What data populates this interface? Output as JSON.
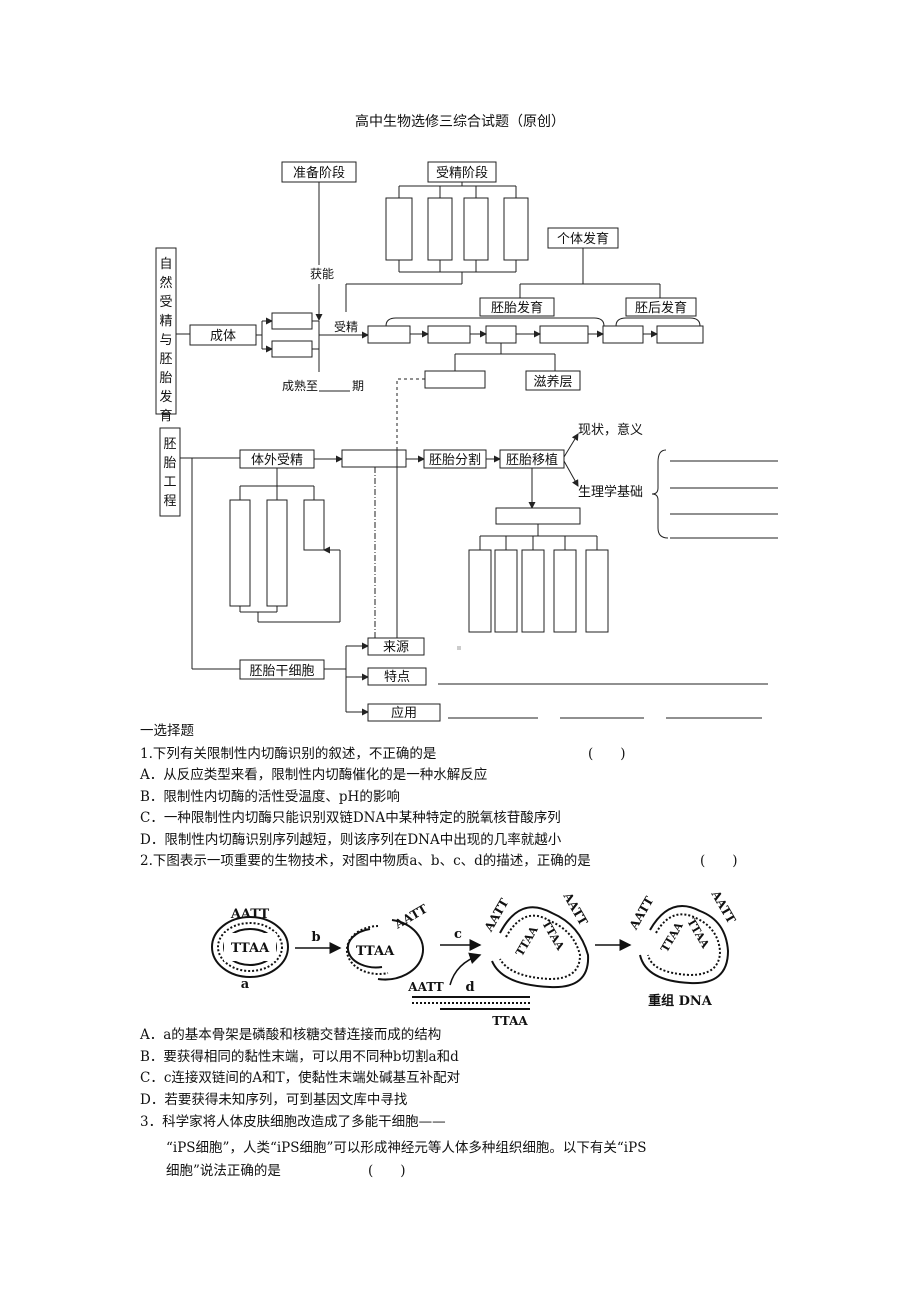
{
  "title": "高中生物选修三综合试题（原创）",
  "concept_map": {
    "prep_stage": "准备阶段",
    "fert_stage": "受精阶段",
    "individual_dev": "个体发育",
    "natural_section": "自然受精与胚胎发育",
    "adult": "成体",
    "capacitation": "获能",
    "fertilization": "受精",
    "mature_prefix": "成熟至",
    "mature_suffix": "期",
    "embryo_dev": "胚胎发育",
    "post_embryo_dev": "胚后发育",
    "trophoblast": "滋养层",
    "engineering_section": "胚胎工程",
    "ivf": "体外受精",
    "embryo_split": "胚胎分割",
    "embryo_transfer": "胚胎移植",
    "status": "现状，意义",
    "physio_basis": "生理学基础",
    "stem_cell": "胚胎干细胞",
    "source": "来源",
    "features": "特点",
    "application": "应用"
  },
  "section_heading": "一选择题",
  "q1": {
    "stem": "1.下列有关限制性内切酶识别的叙述，不正确的是",
    "bracket": "(　　)",
    "A": "A．从反应类型来看，限制性内切酶催化的是一种水解反应",
    "B": "B．限制性内切酶的活性受温度、pH的影响",
    "C": "C．一种限制性内切酶只能识别双链DNA中某种特定的脱氧核苷酸序列",
    "D": "D．限制性内切酶识别序列越短，则该序列在DNA中出现的几率就越小"
  },
  "q2": {
    "stem": "2.下图表示一项重要的生物技术，对图中物质a、b、c、d的描述，正确的是",
    "bracket": "(　　)",
    "A": "A．a的基本骨架是磷酸和核糖交替连接而成的结构",
    "B": "B．要获得相同的黏性末端，可以用不同种b切割a和d",
    "C": "C．c连接双链间的A和T，使黏性末端处碱基互补配对",
    "D": "D．若要获得未知序列，可到基因文库中寻找"
  },
  "dna_figure": {
    "aatt": "AATT",
    "ttaa": "TTAA",
    "a": "a",
    "b": "b",
    "c": "c",
    "d": "d",
    "recombinant": "重组 DNA"
  },
  "q3": {
    "line1": "3．科学家将人体皮肤细胞改造成了多能干细胞——",
    "line2": "“iPS细胞”，人类“iPS细胞”可以形成神经元等人体多种组织细胞。以下有关“iPS",
    "line3": "细胞”说法正确的是",
    "bracket": "(　　)"
  }
}
